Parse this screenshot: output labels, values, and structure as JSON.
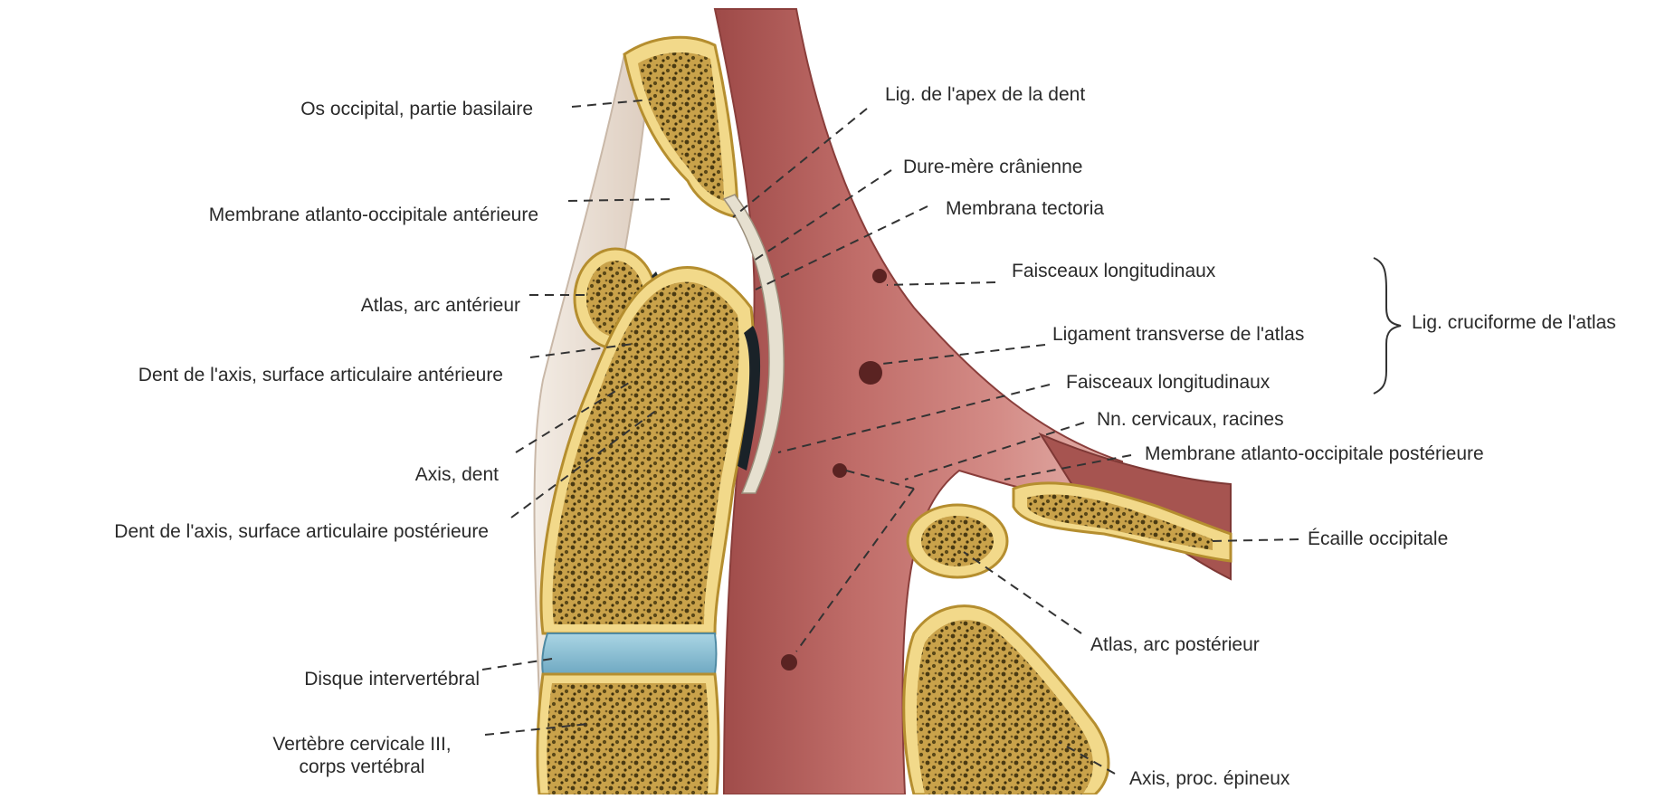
{
  "colors": {
    "bone_fill": "#f2d98a",
    "bone_rim": "#e8c85e",
    "marrow_dot": "#4a3a12",
    "dura": "#c1706d",
    "dura_dark": "#a5524f",
    "dura_light": "#dba6a1",
    "ligament": "#e9ddd2",
    "disc": "#8fc4d8",
    "leader": "#333333"
  },
  "labels": {
    "os_occipital": "Os occipital, partie basilaire",
    "membrane_ant": "Membrane atlanto-occipitale antérieure",
    "atlas_arc_ant": "Atlas, arc antérieur",
    "dent_surface_ant": "Dent de l'axis, surface articulaire antérieure",
    "axis_dent": "Axis, dent",
    "dent_surface_post": "Dent de l'axis, surface articulaire postérieure",
    "disque": "Disque intervertébral",
    "vertebre_line1": "Vertèbre cervicale III,",
    "vertebre_line2": "corps vertébral",
    "lig_apex": "Lig. de l'apex de la dent",
    "dure_mere": "Dure-mère crânienne",
    "membrana_tectoria": "Membrana tectoria",
    "faisceaux_sup": "Faisceaux longitudinaux",
    "ligament_transverse": "Ligament transverse de l'atlas",
    "faisceaux_inf": "Faisceaux longitudinaux",
    "nn_cervicaux": "Nn. cervicaux, racines",
    "membrane_post": "Membrane atlanto-occipitale postérieure",
    "ecaille": "Écaille occipitale",
    "atlas_arc_post": "Atlas, arc postérieur",
    "axis_proc": "Axis, proc. épineux",
    "lig_cruciforme": "Lig. cruciforme de l'atlas"
  }
}
